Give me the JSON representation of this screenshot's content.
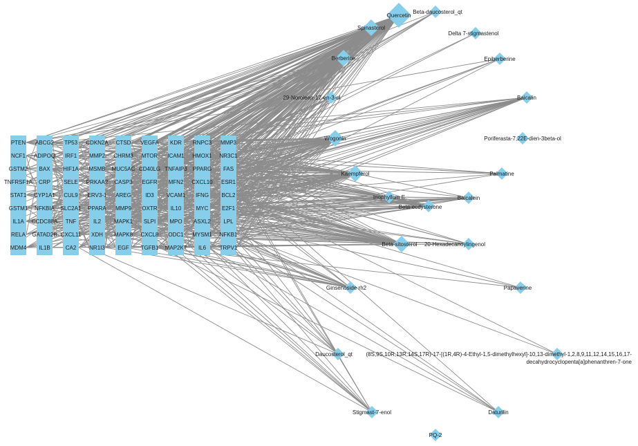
{
  "diagram": {
    "type": "network",
    "title": "",
    "colors": {
      "node_fill": "#87ceeb",
      "edge": "#8c8c8c",
      "label": "#1a1a1a",
      "background": "#ffffff"
    },
    "target_columns": [
      [
        "PTEN",
        "NCF1",
        "GSTM2",
        "TNFRSF1A",
        "STAT1",
        "GSTM1",
        "IL1A",
        "RELA",
        "MDM4"
      ],
      [
        "ABCG2",
        "ADIPOQ",
        "BAX",
        "CRP",
        "CYP1A1",
        "NFKBIA",
        "CCDC88A",
        "GATAD2B",
        "IL1B"
      ],
      [
        "TP53",
        "IRF1",
        "HIF1A",
        "SELE",
        "CUL9",
        "SLC2A1",
        "TNF",
        "CXCL11",
        "CA2"
      ],
      [
        "CDKN2A",
        "MMP2",
        "MSMB",
        "PRKAA2",
        "ERV3-1",
        "PPARA",
        "IL2",
        "XDH",
        "NR1I3"
      ],
      [
        "CTSD",
        "CHRM3",
        "MUC5AC",
        "CASP3",
        "AREG",
        "MMP9",
        "MAPK1",
        "MAPK8",
        "EGF"
      ],
      [
        "VEGFA",
        "MTOR",
        "CD40LG",
        "EGFR",
        "ID3",
        "OXTR",
        "SLPI",
        "CXCL8",
        "TGFB1"
      ],
      [
        "KDR",
        "ICAM1",
        "TNFAIP3",
        "MFN2",
        "VCAM1",
        "IL10",
        "MPO",
        "ODC1",
        "MAP2K7"
      ],
      [
        "RNPC3",
        "HMOX1",
        "PPARG",
        "CXCL10",
        "IFNG",
        "MYC",
        "ASXL2",
        "MYSM1",
        "IL6"
      ],
      [
        "MMP3",
        "NR3C1",
        "FAS",
        "ESR1",
        "BCL2",
        "E2F1",
        "LPL",
        "NFKB1",
        "TRPV1"
      ]
    ],
    "compounds": [
      {
        "id": "quercetin",
        "label": "Quercetin",
        "size": "large",
        "degree": "high"
      },
      {
        "id": "spinasterol",
        "label": "Spinasterol",
        "size": "medium",
        "degree": "high"
      },
      {
        "id": "berberine",
        "label": "Berberine",
        "size": "medium",
        "degree": "high"
      },
      {
        "id": "norolean",
        "label": "29-Norolean-17-en-3-ol",
        "size": "small",
        "degree": "medium"
      },
      {
        "id": "wogonin",
        "label": "Wogonin",
        "size": "medium",
        "degree": "high"
      },
      {
        "id": "kaempferol",
        "label": "Kaempferol",
        "size": "medium",
        "degree": "high"
      },
      {
        "id": "inophyllum",
        "label": "Inophyllum E",
        "size": "small",
        "degree": "medium"
      },
      {
        "id": "ecdysterone",
        "label": "Beta-ecdysterone",
        "size": "small",
        "degree": "medium"
      },
      {
        "id": "baicalein",
        "label": "Baicalein",
        "size": "small",
        "degree": "medium"
      },
      {
        "id": "sitosterol",
        "label": "Beta-sitosterol",
        "size": "medium",
        "degree": "high"
      },
      {
        "id": "hexadecanoyl",
        "label": "20-Hexadecanoylingenol",
        "size": "small",
        "degree": "low"
      },
      {
        "id": "ginsenoside",
        "label": "Ginsenoside rh2",
        "size": "small",
        "degree": "medium"
      },
      {
        "id": "papaverine",
        "label": "Papaverine",
        "size": "small",
        "degree": "low"
      },
      {
        "id": "daucosterol",
        "label": "Daucosterol_qt",
        "size": "small",
        "degree": "low"
      },
      {
        "id": "stigmast",
        "label": "Stigmast-7-enol",
        "size": "small",
        "degree": "low"
      },
      {
        "id": "pq2",
        "label": "PQ-2",
        "size": "small",
        "degree": "low"
      },
      {
        "id": "daturilin",
        "label": "Daturilin",
        "size": "small",
        "degree": "low"
      },
      {
        "id": "decahydro",
        "label": "(8S,9S,10R,13R,14S,17R)-17-[(1R,4R)-4-Ethyl-1,5-dimethylhexyl]-10,13-dimethyl-1,2,8,9,11,12,14,15,16,17-",
        "label2": "decahydrocyclopenta[a]phenanthren-7-one",
        "size": "small",
        "degree": "low"
      },
      {
        "id": "betadauco",
        "label": "Beta-daucosterol_qt",
        "size": "small",
        "degree": "low"
      },
      {
        "id": "delta7",
        "label": "Delta 7-stigmastenol",
        "size": "small",
        "degree": "low"
      },
      {
        "id": "epiberberine",
        "label": "Epiberberine",
        "size": "small",
        "degree": "low"
      },
      {
        "id": "baicalin",
        "label": "Baicalin",
        "size": "small",
        "degree": "medium"
      },
      {
        "id": "poriferasta",
        "label": "Poriferasta-7,22E-dien-3beta-ol",
        "size": "small",
        "degree": "none"
      },
      {
        "id": "palmatine",
        "label": "Palmatine",
        "size": "small",
        "degree": "low"
      }
    ]
  }
}
